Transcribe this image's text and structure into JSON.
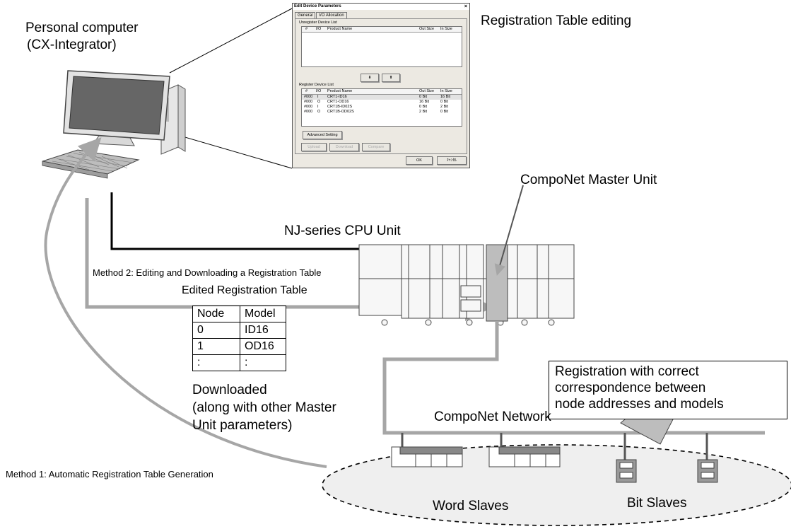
{
  "labels": {
    "personal_computer": "Personal computer",
    "cx_integrator": "(CX-Integrator)",
    "registration_table_editing": "Registration Table editing",
    "componet_master_unit": "CompoNet Master Unit",
    "nj_cpu_unit": "NJ-series CPU Unit",
    "method2": "Method 2: Editing and Downloading a Registration Table",
    "edited_registration_table": "Edited Registration Table",
    "downloaded_1": "Downloaded",
    "downloaded_2": "(along with other Master",
    "downloaded_3": "Unit parameters)",
    "componet_network": "CompoNet Network",
    "callout_1": "Registration with correct",
    "callout_2": "correspondence between",
    "callout_3": "node addresses and models",
    "method1": "Method 1: Automatic Registration Table Generation",
    "word_slaves": "Word Slaves",
    "bit_slaves": "Bit Slaves"
  },
  "registration_table": {
    "headers": [
      "Node",
      "Model"
    ],
    "rows": [
      [
        "0",
        "ID16"
      ],
      [
        "1",
        "OD16"
      ],
      [
        ":",
        ":"
      ]
    ]
  },
  "dialog": {
    "title": "Edit Device Parameters",
    "close": "×",
    "tabs": [
      "General",
      "I/O Allocation"
    ],
    "unregister_group": "Unregister Device List",
    "register_group": "Register Device List",
    "columns": [
      "#",
      "I/O",
      "Product Name",
      "Out Size",
      "In Size"
    ],
    "rows": [
      [
        "#000",
        "I",
        "CRT1-ID16",
        "0 Bit",
        "16 Bit"
      ],
      [
        "#000",
        "O",
        "CRT1-OD16",
        "16 Bit",
        "0 Bit"
      ],
      [
        "#000",
        "I",
        "CRT1B-ID02S",
        "0 Bit",
        "2 Bit"
      ],
      [
        "#000",
        "O",
        "CRT1B-OD02S",
        "2 Bit",
        "0 Bit"
      ]
    ],
    "arrow_down": "⬇",
    "arrow_up": "⬆",
    "advanced_setting": "Advanced Setting",
    "upload": "Upload",
    "download": "Download",
    "compare": "Compare",
    "ok": "OK",
    "cancel": "ｷｬﾝｾﾙ"
  },
  "colors": {
    "line_gray": "#a6a6a6",
    "dark_gray": "#555555",
    "fill_gray": "#bdbdbd",
    "light_fill": "#e6e6e6"
  }
}
